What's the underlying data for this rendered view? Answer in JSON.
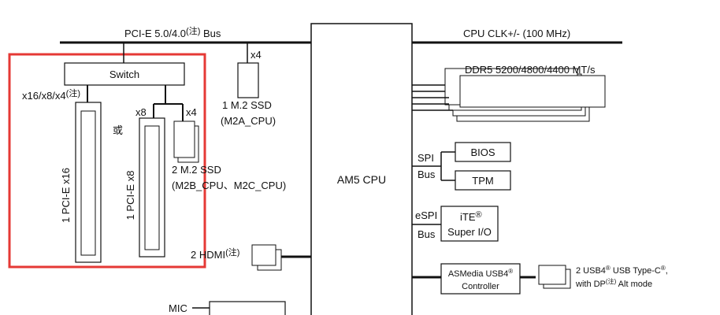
{
  "bus": {
    "pcie_label": "PCI-E 5.0/4.0",
    "pcie_note": "(注)",
    "pcie_suffix": "Bus",
    "cpu_clk": "CPU CLK+/- (100 MHz)"
  },
  "cpu": {
    "label": "AM5 CPU"
  },
  "memory": {
    "label": "DDR5 5200/4800/4400 MT/s"
  },
  "left_group": {
    "switch": "Switch",
    "lanes": "x16/x8/x4",
    "lanes_note": "(注)",
    "x8": "x8",
    "x4": "x4",
    "or": "或",
    "slot_x16": "1 PCI-E x16",
    "slot_x8": "1 PCI-E x8",
    "ssd_line1": "2 M.2 SSD",
    "ssd_line2": "(M2B_CPU、M2C_CPU)"
  },
  "m2a": {
    "lanes": "x4",
    "line1": "1 M.2 SSD",
    "line2": "(M2A_CPU)"
  },
  "hdmi": {
    "label": "2 HDMI",
    "note": "(注)"
  },
  "mic": {
    "label": "MIC"
  },
  "spi": {
    "label1": "SPI",
    "label2": "Bus",
    "bios": "BIOS",
    "tpm": "TPM"
  },
  "espi": {
    "label1": "eSPI",
    "label2": "Bus",
    "ite": "iTE",
    "ite_sup": "®",
    "superio": "Super I/O"
  },
  "usb4": {
    "ctrl_line1": "ASMedia USB4",
    "ctrl_sup": "®",
    "ctrl_line2": "Controller",
    "desc_line1a": "2 USB4",
    "desc_sup1": "®",
    "desc_line1b": " USB Type-C",
    "desc_sup2": "®",
    "desc_line1c": ",",
    "desc_line2a": "with DP",
    "desc_note": "(注)",
    "desc_line2b": " Alt mode"
  },
  "colors": {
    "highlight": "#e53935",
    "line": "#111111"
  }
}
